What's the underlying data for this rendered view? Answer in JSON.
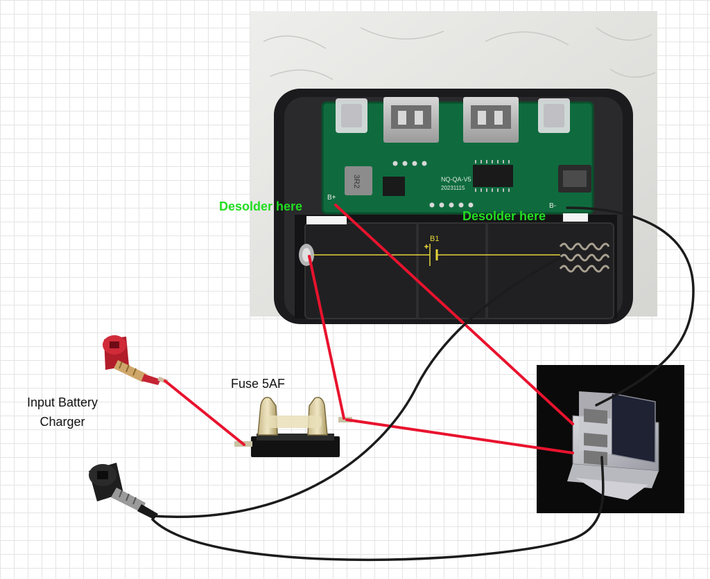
{
  "labels": {
    "desolder_left": "Desolder here",
    "desolder_right": "Desolder here",
    "fuse": "Fuse 5AF",
    "input_line1": "Input Battery",
    "input_line2": "Charger",
    "battery_symbol": "B1",
    "pcb_b_plus": "B+",
    "pcb_b_minus": "B-",
    "pcb_chip_mark": "3R2",
    "pcb_model": "NQ-QA-V5",
    "pcb_date": "20231115"
  },
  "colors": {
    "red_wire": "#e8132e",
    "black_wire": "#1c1c1c",
    "annotation_green": "#22dd22",
    "pcb_green": "#0f6b3e",
    "case_black": "#1b1b1d",
    "switch_bg": "#0a0a0a",
    "grid_line": "#e4e4e4"
  },
  "icons": {
    "battery": "battery-symbol-icon",
    "red_jack": "red-banana-jack-icon",
    "black_jack": "black-banana-jack-icon",
    "fuse": "fuse-holder-icon",
    "switch": "toggle-switch-icon"
  }
}
